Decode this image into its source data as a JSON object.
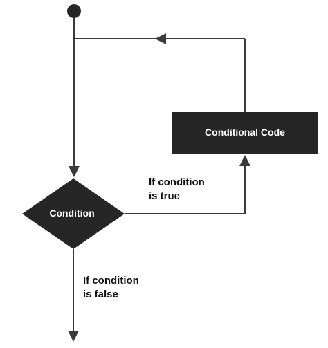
{
  "diagram": {
    "nodes": {
      "condition": {
        "label": "Condition"
      },
      "code": {
        "label": "Conditional Code"
      }
    },
    "edges": {
      "true": {
        "line1": "If condition",
        "line2": "is true"
      },
      "false": {
        "line1": "If condition",
        "line2": "is false"
      }
    }
  },
  "colors": {
    "node_fill": "#262626",
    "line": "#3a3a3a",
    "text_on_node": "#ffffff",
    "label_text": "#111111",
    "background": "#ffffff"
  }
}
